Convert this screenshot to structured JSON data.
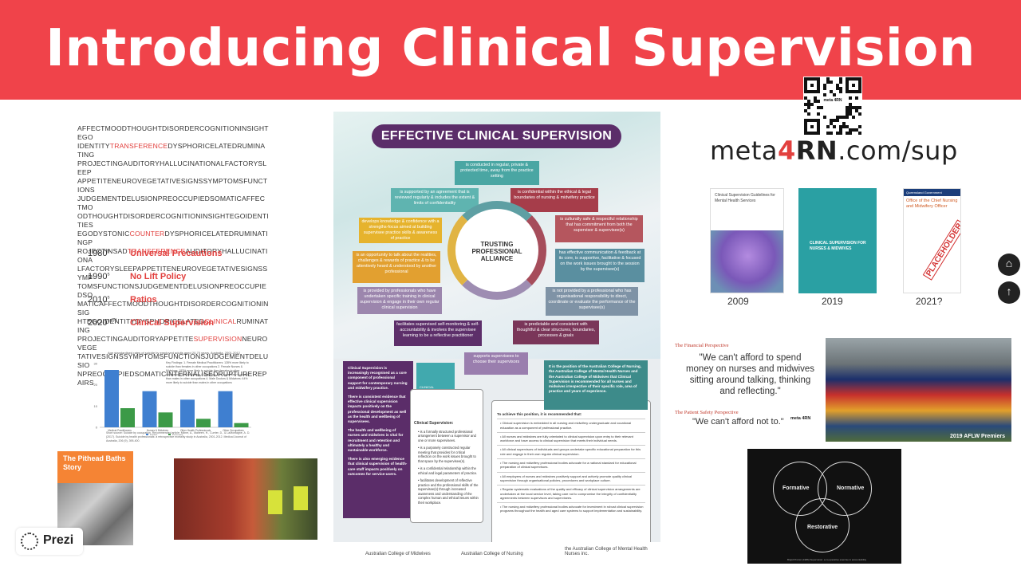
{
  "title": "Introducing Clinical Supervision",
  "wordsearch": {
    "lines": [
      [
        {
          "t": "AFFECTMOODTHOUGHTDISORDERCOGNITIONINSIGHTEGO"
        }
      ],
      [
        {
          "t": "IDENTITY"
        },
        {
          "t": "TRANSFERENCE",
          "hl": true
        },
        {
          "t": "DYSPHORICELATEDRUMINATING"
        }
      ],
      [
        {
          "t": "PROJECTINGAUDITORYHALLUCINATIONALFACTORYSLEEP"
        }
      ],
      [
        {
          "t": "APPETITENEUROVEGETATIVESIGNSSYMPTOMSFUNCTIONS"
        }
      ],
      [
        {
          "t": "JUDGEMENTDELUSIONPREOCCUPIEDSOMATICAFFECTMO"
        }
      ],
      [
        {
          "t": "ODTHOUGHTDISORDERCOGNITIONINSIGHTEGOIDENTITIES"
        }
      ],
      [
        {
          "t": "EGODYSTONIC"
        },
        {
          "t": "COUNTER",
          "hl": true
        },
        {
          "t": "DYSPHORICELATEDRUMINATINGP"
        }
      ],
      [
        {
          "t": "ROJECTINSAD"
        },
        {
          "t": "TRANSFERENCE",
          "hl": true
        },
        {
          "t": "AUDITORYHALLUCINATIONA"
        }
      ],
      [
        {
          "t": "LFACTORYSLEEPAPPETITENEUROVEGETATIVESIGNSSYMP"
        }
      ],
      [
        {
          "t": "TOMSFUNCTIONSJUDGEMENTDELUSIONPREOCCUPIEDSO"
        }
      ],
      [
        {
          "t": "MATICAFFECTMOODTHOUGHTDISORDERCOGNITIONINSIG"
        }
      ],
      [
        {
          "t": "HTEGOIDENTITYDYSPHORICELATED"
        },
        {
          "t": "CLINICAL",
          "hl": true
        },
        {
          "t": "RUMINATING"
        }
      ],
      [
        {
          "t": "PROJECTINGAUDITORYAPPETITE"
        },
        {
          "t": "SUPERVISION",
          "hl": true
        },
        {
          "t": "NEUROVEGE"
        }
      ],
      [
        {
          "t": "TATIVESIGNSSYMPTOMSFUNCTIONSJUDGEMENTDELUSIO"
        }
      ],
      [
        {
          "t": "NPREOCCUPIEDSOMATICINTERNALISEDRUPTUREREPAIRS"
        }
      ]
    ]
  },
  "timeline": [
    {
      "year": "1980",
      "sup": "s",
      "label": "Universal Precautions"
    },
    {
      "year": "1990",
      "sup": "s",
      "label": "No Lift Policy"
    },
    {
      "year": "2010",
      "sup": "s",
      "label": "Ratios"
    },
    {
      "year": "2020",
      "sup": "s (?)",
      "label": "Clinical Supervision"
    }
  ],
  "chart_data": {
    "type": "bar",
    "title": "Age standardised rates of suicide by employed adults aged 20-70 years, Australia, 2001-2012",
    "categories": [
      "Medical Practitioners",
      "Nurses & Midwives",
      "Other Health Professionals",
      "Other Occupations"
    ],
    "series": [
      {
        "name": "Males",
        "values": [
          27,
          17,
          13,
          17
        ]
      },
      {
        "name": "Females",
        "values": [
          9,
          7,
          4,
          2
        ]
      }
    ],
    "ylim": [
      0,
      30
    ],
    "notes": "Key Findings: 1. Female Medical Practitioners: 128% more likely to suicide than females in other occupations 2. Female Nurses & Midwives: 193% more likely to suicide than females in other occupations 3. Male Nurses & Midwives: 52% more likely to suicide than males in other occupations 4. Male Doctors & Midwives: 44% more likely to suicide than males in other occupations",
    "source": "Short source: Suicide by occupation. Recommended article: Milner, A., Maheen, H., Currier, D., & LaMontagne, A. D. (2017). Suicide by health professionals: a retrospective mortality study in Australia, 2001-2012. Medical Journal of Australia, 206 (9), 395-400.",
    "colors": [
      "#3f7fd0",
      "#3c9a47"
    ]
  },
  "pitbath": {
    "title": "The Pithead Baths Story"
  },
  "prezi": {
    "label": "Prezi"
  },
  "poster": {
    "title": "EFFECTIVE CLINICAL SUPERVISION",
    "center": [
      "TRUSTING",
      "PROFESSIONAL",
      "ALLIANCE"
    ],
    "boxes": [
      {
        "text": "is conducted in regular, private & protected time, away from the practice setting",
        "color": "#4aa6a3"
      },
      {
        "text": "is supported by an agreement that is reviewed regularly & includes the extent & limits of confidentiality",
        "color": "#5fb4b0"
      },
      {
        "text": "is confidential within the ethical & legal boundaries of nursing & midwifery practice",
        "color": "#a63d4a"
      },
      {
        "text": "develops knowledge & confidence with a strengths-focus aimed at building supervisee practice skills & awareness of practice",
        "color": "#e6b32d"
      },
      {
        "text": "is culturally safe & respectful relationship that has commitment from both the supervisor & supervisee(s)",
        "color": "#b5565e"
      },
      {
        "text": "is an opportunity to talk about the realities, challenges & rewards of practice & to be attentively heard & understood by another professional",
        "color": "#e2a030"
      },
      {
        "text": "has effective communication & feedback at its core, is supportive, facilitative & focused on the work issues brought to the session by the supervisee(s)",
        "color": "#5a8fa0"
      },
      {
        "text": "is provided by professionals who have undertaken specific training in clinical supervision & engage in their own regular clinical supervision",
        "color": "#9c86ad"
      },
      {
        "text": "is not provided by a professional who has organisational responsibility to direct, coordinate or evaluate the performance of the supervisee(s)",
        "color": "#7f93a6"
      },
      {
        "text": "facilitates supervised self-monitoring & self-accountability & involves the supervisee learning to be a reflective practitioner",
        "color": "#5d2f6a"
      },
      {
        "text": "is predictable and consistent with thoughtful & clear structures, boundaries, processes & goals",
        "color": "#7a3659"
      },
      {
        "text": "supports supervisees to choose their supervisors",
        "color": "#9a7eae"
      }
    ],
    "left_panel": [
      "Clinical Supervision is increasingly recognised as a core component of professional support for contemporary nursing and midwifery practice.",
      "There is consistent evidence that effective clinical supervision impacts positively on the professional development as well as the health and wellbeing of supervisees.",
      "The health and wellbeing of nurses and midwives is vital for recruitment and retention and ultimately a healthy and sustainable workforce.",
      "There is also emerging evidence that clinical supervision of health-care staff impacts positively on outcomes for service-users."
    ],
    "guide_label": "CLINICAL SUPERVISION FOR NURSES & MIDWIVES",
    "list_title": "Clinical Supervision:",
    "list_items": [
      "is a formally structured professional arrangement between a supervisor and one or more supervisees.",
      "is a purposely constructed regular meeting that provides for critical reflection on the work issues brought to that space by the supervisee(s).",
      "is a confidential relationship within the ethical and legal parameters of practice.",
      "facilitates development of reflective practice and the professional skills of the supervisee(s) through increased awareness and understanding of the complex human and ethical issues within their workplace."
    ],
    "right_panel": "It is the position of the Australian College of Nursing, the Australian College of Mental Health Nurses and the Australian College of Midwives that Clinical Supervision is recommended for all nurses and midwives irrespective of their specific role, area of practice and years of experience.",
    "position_title": "To achieve this position, it is recommended that:",
    "position_items": [
      "Clinical supervision is embedded in all nursing and midwifery undergraduate and vocational education as a component of professional practice.",
      "All nurses and midwives are fully orientated to clinical supervision upon entry to their relevant workforce and have access to clinical supervision that meets their individual needs.",
      "All clinical supervisors of individuals and groups undertake specific educational preparation for this role and engage in their own regular clinical supervision.",
      "The nursing and midwifery professional bodies advocate for a national standard for educational preparation of clinical supervisors.",
      "All employers of nurses and midwives positively support and actively promote quality clinical supervision through organisational policies, procedures and workplace culture.",
      "Regular systematic evaluations of the quality and efficacy of clinical supervision arrangements are undertaken at the local service level, taking care not to compromise the integrity of confidentiality agreements between supervisors and supervisees.",
      "The nursing and midwifery professional bodies advocate for investment in robust clinical supervision programs throughout the health and aged care systems to support implementation and sustainability."
    ],
    "logos": [
      "Australian College of Midwives",
      "Australian College of Nursing",
      "the Australian College of Mental Health Nurses inc."
    ]
  },
  "qr": {
    "label": "meta 4RN"
  },
  "url": {
    "a": "meta",
    "b": "4",
    "c": "RN",
    ".d": "",
    "d": ".com/sup"
  },
  "docs": [
    {
      "year": "2009",
      "title": "Clinical Supervision Guidelines for Mental Health Services"
    },
    {
      "year": "2019",
      "title": "CLINICAL SUPERVISION FOR NURSES & MIDWIVES"
    },
    {
      "year": "2021?",
      "header": "Queensland Government",
      "title": "Office of the Chief Nursing and Midwifery Officer",
      "stamp": "PLACEHOLDER"
    }
  ],
  "financial": {
    "label1": "The Financial Perspective",
    "quote1": "\"We can't afford to spend money on nurses and midwives sitting around talking, thinking and reflecting.\"",
    "label2": "The Patient Safety Perspective",
    "quote2": "\"We can't afford not to.\"",
    "mini": "meta 4RN"
  },
  "aflw": {
    "caption": "2019 AFLW Premiers"
  },
  "venn": {
    "labels": [
      "Formative",
      "Normative",
      "Restorative"
    ],
    "foot": "Brigid Proctor (1986) Supervision: a co-operative exercise in accountability"
  },
  "nav": {
    "home": "⌂",
    "up": "↑"
  }
}
